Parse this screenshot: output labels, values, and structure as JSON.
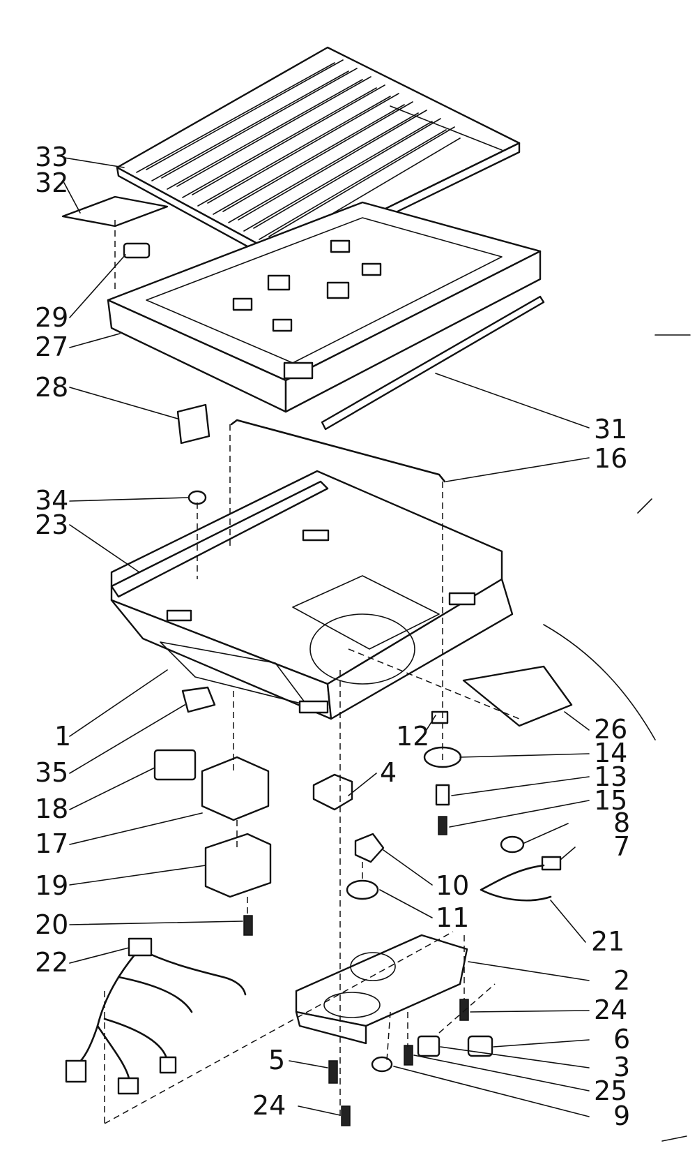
{
  "callouts": [
    {
      "id": "c33",
      "text": "33",
      "part": "grille-panel"
    },
    {
      "id": "c32",
      "text": "32",
      "part": "label-strip"
    },
    {
      "id": "c29",
      "text": "29",
      "part": "clip"
    },
    {
      "id": "c27",
      "text": "27",
      "part": "upper-housing"
    },
    {
      "id": "c28",
      "text": "28",
      "part": "block"
    },
    {
      "id": "c31",
      "text": "31",
      "part": "side-rail"
    },
    {
      "id": "c16",
      "text": "16",
      "part": "wire-bail"
    },
    {
      "id": "c34",
      "text": "34",
      "part": "plug"
    },
    {
      "id": "c23",
      "text": "23",
      "part": "channel"
    },
    {
      "id": "c1",
      "text": "1",
      "part": "base-pan"
    },
    {
      "id": "c26",
      "text": "26",
      "part": "insulation-pad"
    },
    {
      "id": "c12",
      "text": "12",
      "part": "nut"
    },
    {
      "id": "c14",
      "text": "14",
      "part": "grommet"
    },
    {
      "id": "c13",
      "text": "13",
      "part": "spacer"
    },
    {
      "id": "c15",
      "text": "15",
      "part": "screw"
    },
    {
      "id": "c4",
      "text": "4",
      "part": "mount"
    },
    {
      "id": "c35",
      "text": "35",
      "part": "clip"
    },
    {
      "id": "c18",
      "text": "18",
      "part": "bracket"
    },
    {
      "id": "c17",
      "text": "17",
      "part": "housing"
    },
    {
      "id": "c19",
      "text": "19",
      "part": "control-bracket"
    },
    {
      "id": "c20",
      "text": "20",
      "part": "screw"
    },
    {
      "id": "c22",
      "text": "22",
      "part": "wire-harness"
    },
    {
      "id": "c10",
      "text": "10",
      "part": "thermostat"
    },
    {
      "id": "c11",
      "text": "11",
      "part": "washer"
    },
    {
      "id": "c8",
      "text": "8",
      "part": "ring-terminal"
    },
    {
      "id": "c7",
      "text": "7",
      "part": "connector"
    },
    {
      "id": "c21",
      "text": "21",
      "part": "lead"
    },
    {
      "id": "c2",
      "text": "2",
      "part": "lower-tray"
    },
    {
      "id": "c24a",
      "text": "24",
      "part": "screw"
    },
    {
      "id": "c6",
      "text": "6",
      "part": "switch"
    },
    {
      "id": "c3",
      "text": "3",
      "part": "switch"
    },
    {
      "id": "c25",
      "text": "25",
      "part": "screw"
    },
    {
      "id": "c5",
      "text": "5",
      "part": "screw"
    },
    {
      "id": "c9",
      "text": "9",
      "part": "grommet"
    },
    {
      "id": "c24b",
      "text": "24",
      "part": "screw"
    }
  ]
}
